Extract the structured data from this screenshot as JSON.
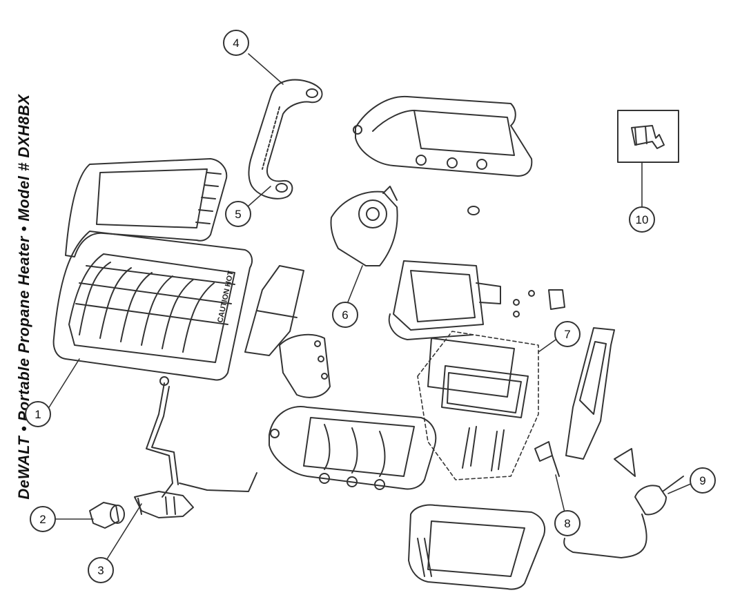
{
  "diagram": {
    "title": "DeWALT • Portable Propane Heater • Model # DXH8BX",
    "grill_label": "CAUTION HOT",
    "callouts": [
      {
        "id": "1",
        "label": "1"
      },
      {
        "id": "2",
        "label": "2"
      },
      {
        "id": "3",
        "label": "3"
      },
      {
        "id": "4",
        "label": "4"
      },
      {
        "id": "5",
        "label": "5"
      },
      {
        "id": "6",
        "label": "6"
      },
      {
        "id": "7",
        "label": "7"
      },
      {
        "id": "8",
        "label": "8"
      },
      {
        "id": "9",
        "label": "9"
      },
      {
        "id": "10",
        "label": "10"
      }
    ],
    "colors": {
      "line": "#333333",
      "background": "#ffffff"
    }
  }
}
